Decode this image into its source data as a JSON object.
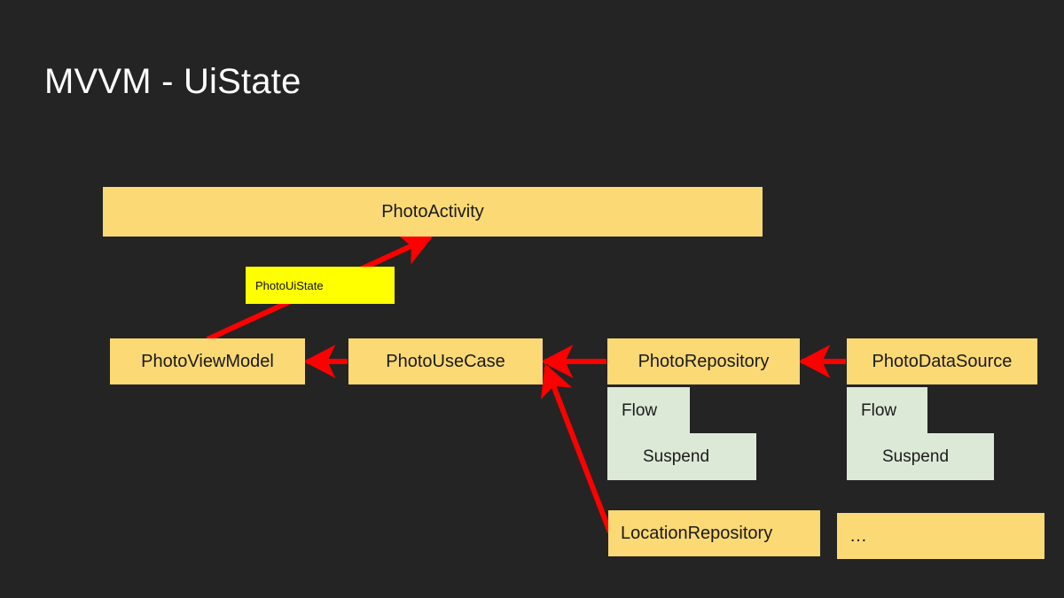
{
  "slide": {
    "title": "MVVM - UiState",
    "background_color": "#242424",
    "title_color": "#ffffff"
  },
  "colors": {
    "node_fill": "#fbd975",
    "uistate_fill": "#ffff00",
    "coroutine_fill": "#dce9d7",
    "arrow": "#ff0000",
    "text": "#1a1a1a"
  },
  "nodes": {
    "activity": {
      "label": "PhotoActivity"
    },
    "uistate": {
      "label": "PhotoUiState"
    },
    "viewmodel": {
      "label": "PhotoViewModel"
    },
    "usecase": {
      "label": "PhotoUseCase"
    },
    "repository": {
      "label": "PhotoRepository"
    },
    "datasource": {
      "label": "PhotoDataSource"
    },
    "location_repository": {
      "label": "LocationRepository"
    },
    "more": {
      "label": "…"
    }
  },
  "coroutine_tags": {
    "repository": {
      "flow": "Flow",
      "suspend": "Suspend"
    },
    "datasource": {
      "flow": "Flow",
      "suspend": "Suspend"
    }
  },
  "arrows": [
    {
      "name": "viewmodel-to-activity",
      "from": "PhotoViewModel",
      "to": "PhotoActivity"
    },
    {
      "name": "usecase-to-viewmodel",
      "from": "PhotoUseCase",
      "to": "PhotoViewModel"
    },
    {
      "name": "repository-to-usecase",
      "from": "PhotoRepository",
      "to": "PhotoUseCase"
    },
    {
      "name": "locationrepository-to-usecase",
      "from": "LocationRepository",
      "to": "PhotoUseCase"
    },
    {
      "name": "datasource-to-repository",
      "from": "PhotoDataSource",
      "to": "PhotoRepository"
    }
  ]
}
